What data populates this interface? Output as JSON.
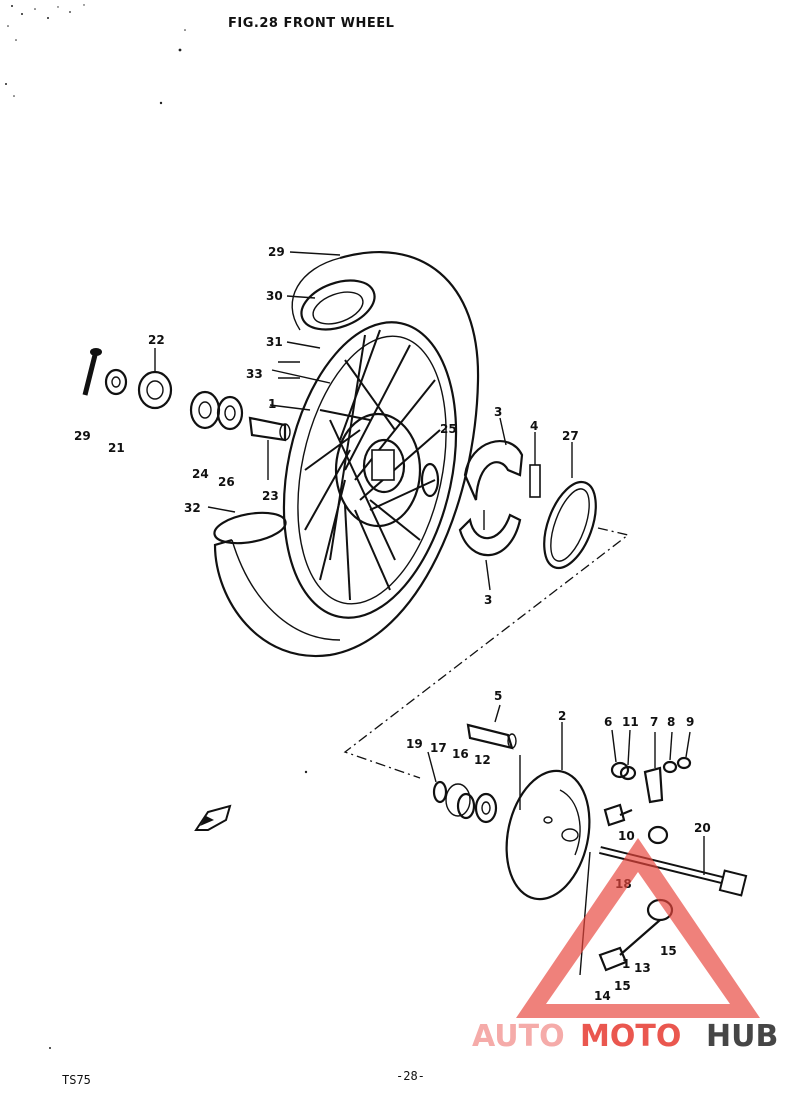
{
  "title": "FIG.28   FRONT WHEEL",
  "footer": {
    "model": "TS75",
    "page": "-28-"
  },
  "callouts": [
    "29",
    "30",
    "31",
    "33",
    "1",
    "22",
    "29",
    "21",
    "24",
    "26",
    "23",
    "32",
    "25",
    "3",
    "4",
    "27",
    "3",
    "5",
    "2",
    "6",
    "11",
    "7",
    "8",
    "9",
    "19",
    "17",
    "16",
    "12",
    "10",
    "20",
    "18",
    "15",
    "1",
    "13",
    "15",
    "14"
  ],
  "watermark": {
    "part1": "AUTO",
    "part2": "MOTO",
    "part3": "HUB",
    "color_primary": "#e8453c",
    "color_secondary": "#f4a3a0",
    "color_tertiary": "#333333"
  }
}
